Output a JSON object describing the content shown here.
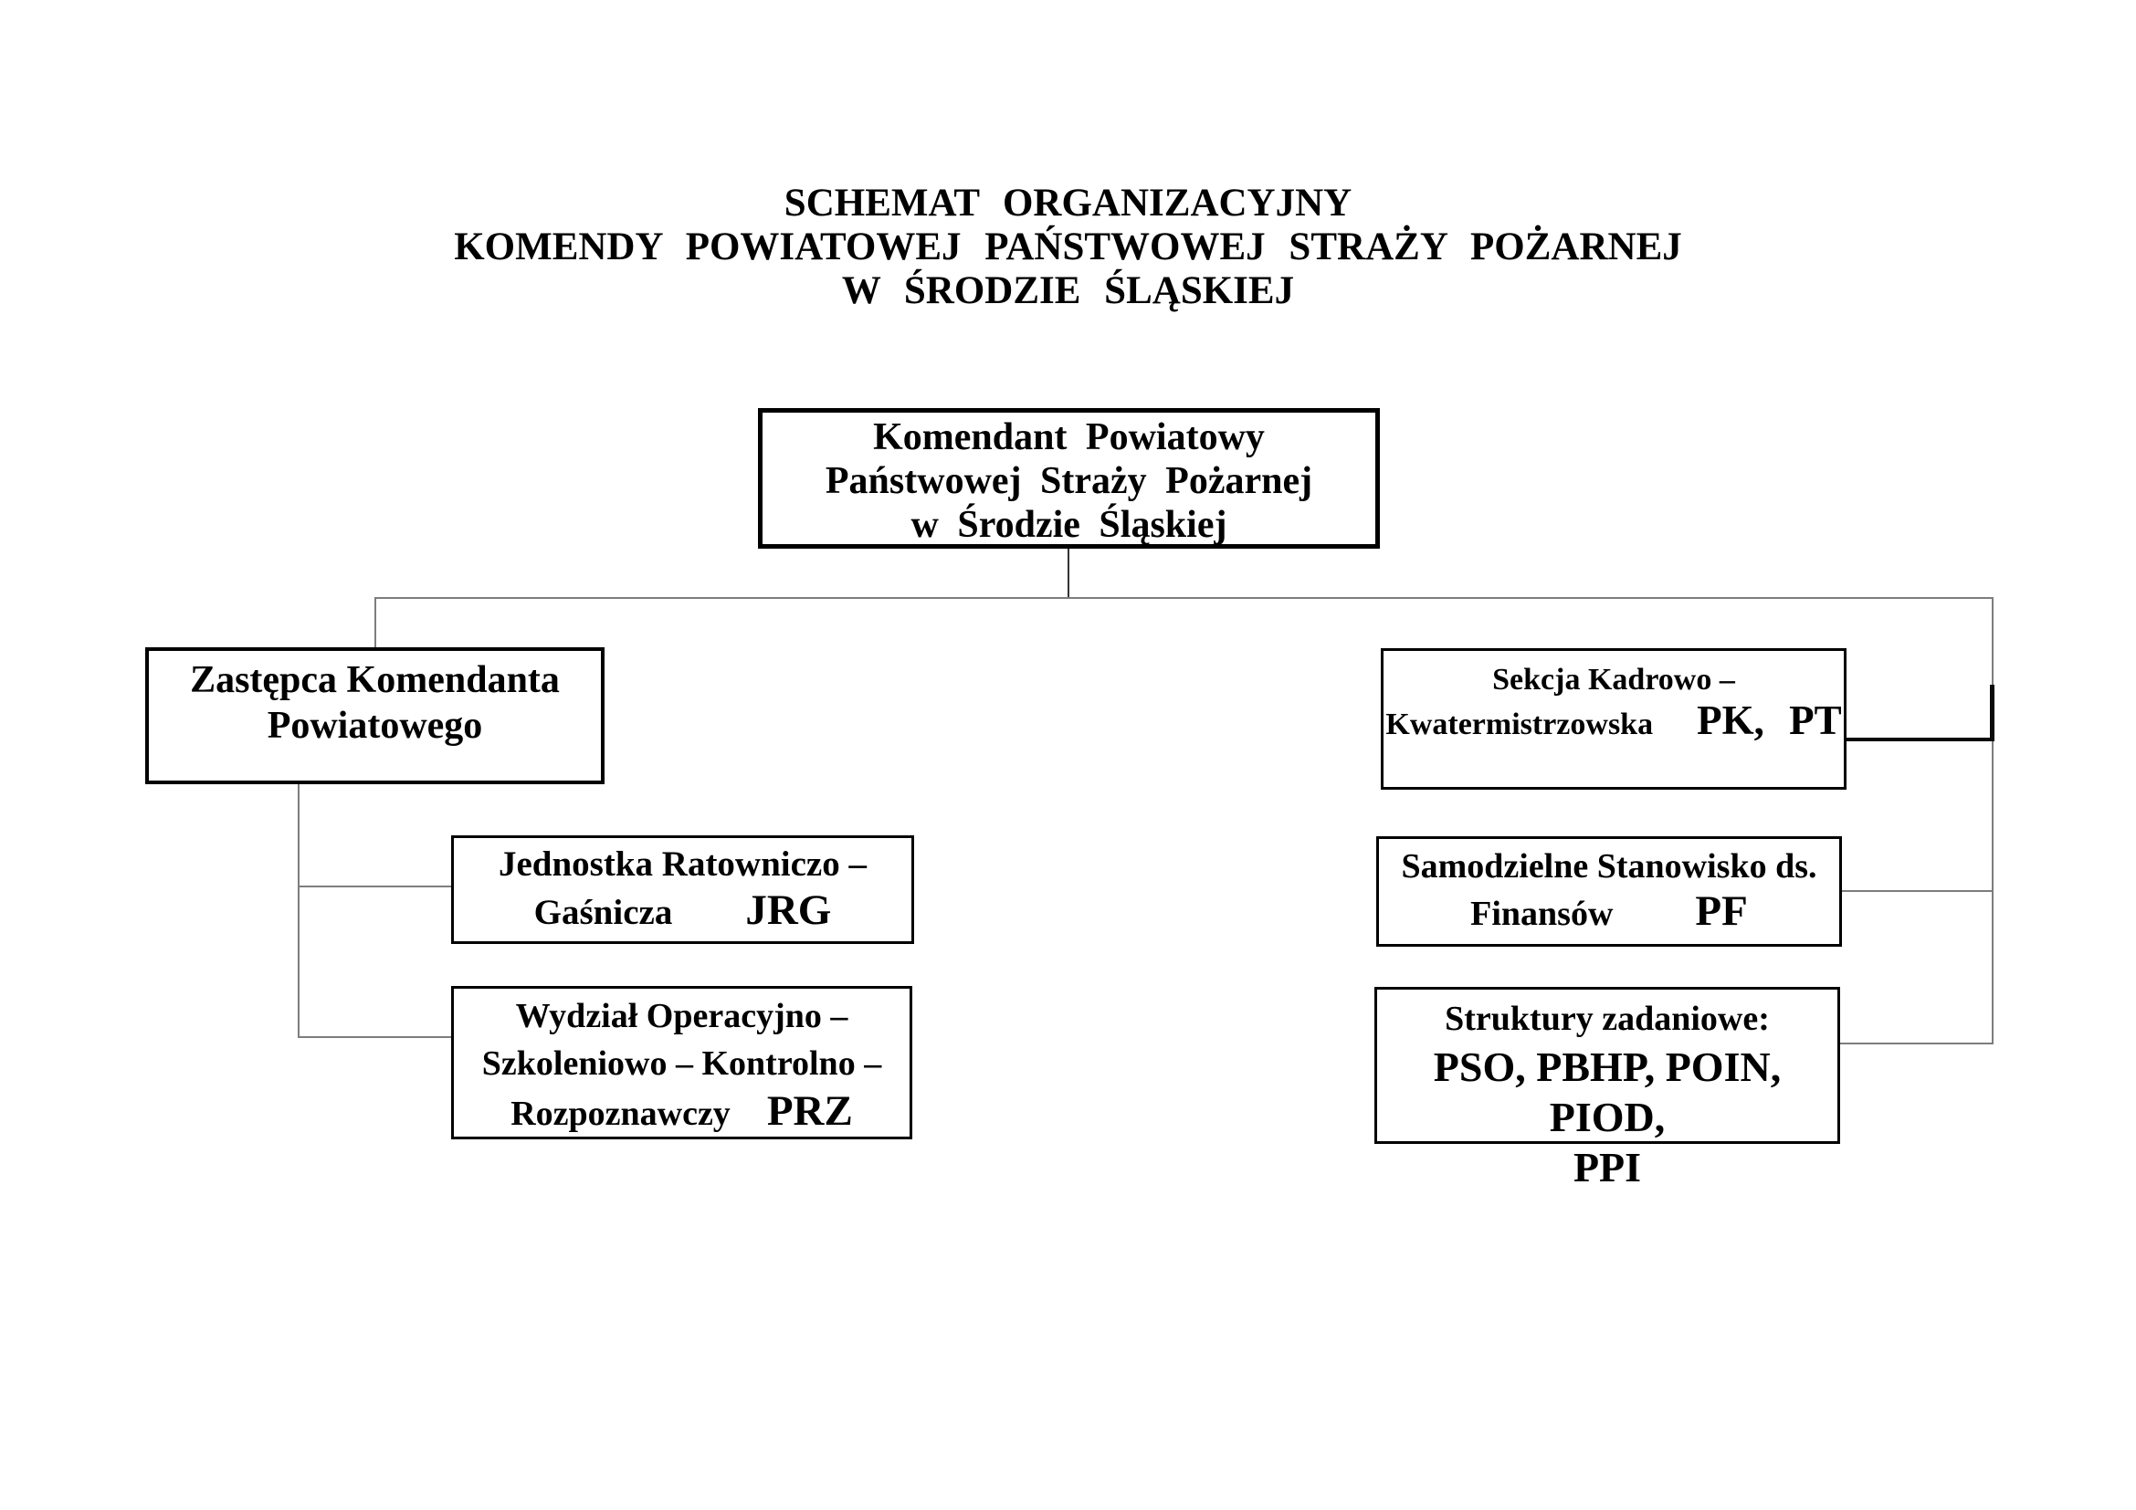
{
  "title": {
    "line1": "SCHEMAT ORGANIZACYJNY",
    "line2": "KOMENDY POWIATOWEJ PAŃSTWOWEJ STRAŻY POŻARNEJ",
    "line3": "W ŚRODZIE ŚLĄSKIEJ"
  },
  "org_chart": {
    "type": "org-chart",
    "nodes": {
      "komendant": {
        "line1": "Komendant Powiatowy",
        "line2": "Państwowej Straży Pożarnej",
        "line3": "w Środzie Śląskiej"
      },
      "zastepca": {
        "line1": "Zastępca Komendanta",
        "line2": "Powiatowego"
      },
      "sekcja_kadrowo": {
        "line1": "Sekcja Kadrowo –",
        "label": "Kwatermistrzowska",
        "code": "PK, PT"
      },
      "jrg": {
        "line1": "Jednostka Ratowniczo –",
        "label": "Gaśnicza",
        "code": "JRG"
      },
      "finanse": {
        "line1": "Samodzielne Stanowisko ds.",
        "label": "Finansów",
        "code": "PF"
      },
      "wydzial_operacyjny": {
        "line1": "Wydział Operacyjno –",
        "line2": "Szkoleniowo – Kontrolno –",
        "label": "Rozpoznawczy",
        "code": "PRZ"
      },
      "struktury_zadaniowe": {
        "line1": "Struktury zadaniowe:",
        "line2": "PSO, PBHP, POIN, PIOD,",
        "line3": "PPI"
      }
    },
    "edges": [
      {
        "from": "komendant",
        "to": "zastepca"
      },
      {
        "from": "komendant",
        "to": "sekcja_kadrowo"
      },
      {
        "from": "komendant",
        "to": "finanse"
      },
      {
        "from": "komendant",
        "to": "struktury_zadaniowe"
      },
      {
        "from": "zastepca",
        "to": "jrg"
      },
      {
        "from": "zastepca",
        "to": "wydzial_operacyjny"
      }
    ],
    "colors": {
      "text": "#000000",
      "box_border": "#000000",
      "connector_gray": "#7d7d7d",
      "connector_dark": "#333333",
      "connector_black": "#0a0a0a",
      "background": "#ffffff"
    }
  }
}
